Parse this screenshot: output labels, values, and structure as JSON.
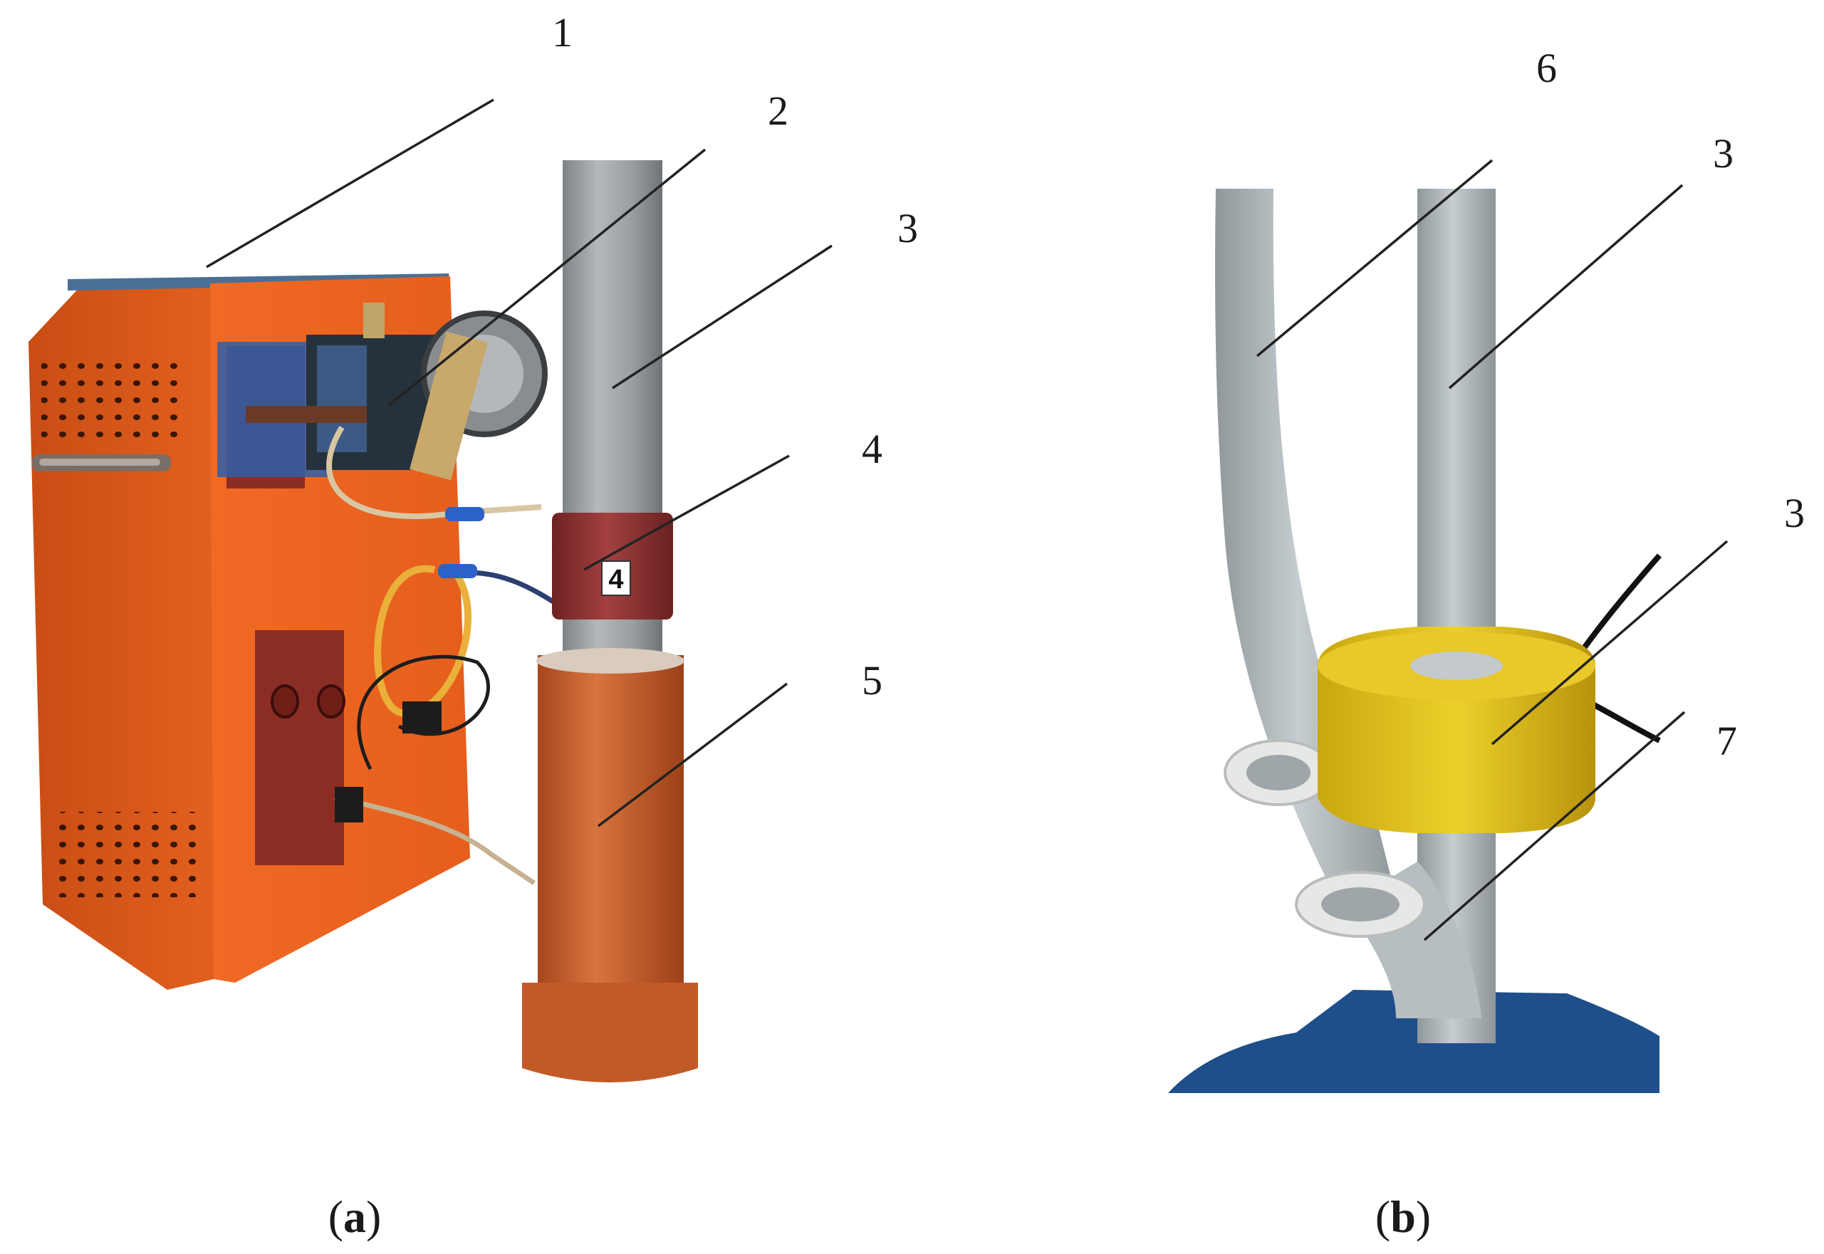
{
  "panels": [
    {
      "id": "a",
      "caption": {
        "open": "(",
        "letter": "a",
        "close": ")"
      },
      "callouts": [
        "1",
        "2",
        "3",
        "4",
        "5"
      ],
      "sleeve_marker": "4"
    },
    {
      "id": "b",
      "caption": {
        "open": "(",
        "letter": "b",
        "close": ")"
      },
      "callouts": [
        "6",
        "3",
        "3",
        "7"
      ]
    }
  ],
  "colors": {
    "cabinet_orange": "#e8621f",
    "pipe_grey": "#9fa3a6",
    "sleeve_red": "#8b2f2f",
    "outer_pipe": "#c8612e",
    "toroid_yellow": "#e2c21a",
    "cable_grey": "#b9c0c3",
    "base_blue": "#1f4f8a"
  }
}
